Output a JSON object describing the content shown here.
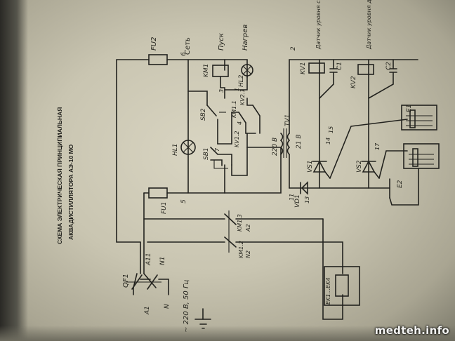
{
  "title": {
    "line1": "СХЕМА ЭЛЕКТРИЧЕСКАЯ ПРИНЦИПИАЛЬНАЯ",
    "line2": "АКВАДИСТИЛЛЯТОРА   АЭ-10 МО"
  },
  "supply": {
    "voltage": "~ 220 В, 50 Гц",
    "breaker": "QF1",
    "line_a": "A1",
    "line_n": "N",
    "out_a": "A11",
    "out_n": "N1"
  },
  "labels": {
    "fuse_top": "FU2",
    "fuse_bottom": "FU1",
    "node_top": "6",
    "node_bottom": "5",
    "network": "Сеть",
    "start": "Пуск",
    "heating": "Нагрев",
    "km1": "KM1",
    "hl2": "HL2",
    "hl1": "HL1",
    "sb2": "SB2",
    "sb1": "SB1",
    "km11": "KM1.1",
    "kv12": "KV1.2",
    "kv21": "KV2.1",
    "num1": "1",
    "num3": "3",
    "num4": "4",
    "num7": "7",
    "v220": "220 В",
    "tv1": "TV1",
    "v21": "21 В",
    "num2": "2",
    "kv1": "KV1",
    "kv2": "KV2",
    "c1": "C1",
    "c2": "C2",
    "vs1": "VS1",
    "vs2": "VS2",
    "vd1": "VD1",
    "n11": "11",
    "n13": "13",
    "n14": "14",
    "n15": "15",
    "n17": "17",
    "e1": "E1",
    "e2": "E2",
    "km12": "KM1.2",
    "km13": "KM1.3",
    "a2": "A2",
    "n2": "N2",
    "heaters": "EK1...EK4",
    "sensor1": "Датчик уровня сырьевой",
    "sensor2": "Датчик уровня дистиллятора"
  },
  "watermark": "medteh.info"
}
